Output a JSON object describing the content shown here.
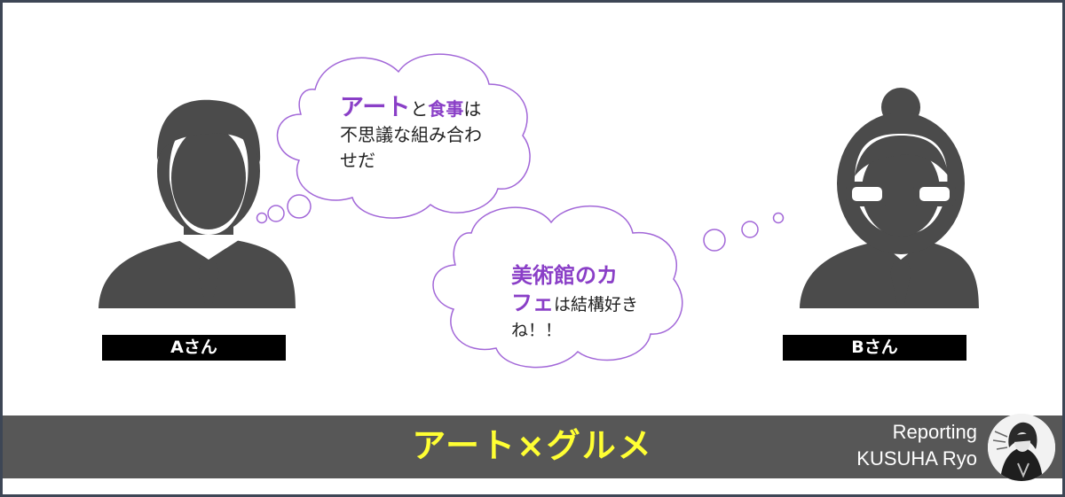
{
  "thought_a": {
    "accent1": "アート",
    "mid1": "と",
    "accent2": "食事",
    "mid2": "は",
    "line2": "不思議な組み合わ",
    "line3": "せだ"
  },
  "thought_b": {
    "accent1": "美術館のカ",
    "accent2": "フェ",
    "mid": "は結構好き",
    "line3": "ね！！"
  },
  "person_a": {
    "label": "Aさん",
    "icon": "businessman-icon"
  },
  "person_b": {
    "label": "Bさん",
    "icon": "businesswoman-icon"
  },
  "banner": {
    "title": "アート×グルメ",
    "reporter_line1": "Reporting",
    "reporter_line2": "KUSUHA Ryo",
    "avatar_icon": "reporter-avatar-icon"
  },
  "colors": {
    "accent": "#8a3fc7",
    "bubble_stroke": "#a267d8",
    "figure": "#4b4b4b",
    "banner_bg": "#575757",
    "banner_title": "#ffff33",
    "frame": "#3d4655"
  }
}
